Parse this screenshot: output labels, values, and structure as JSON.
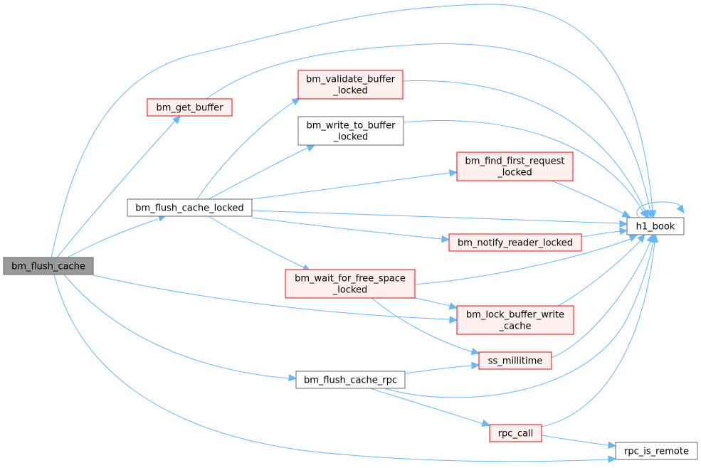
{
  "colors": {
    "edge": "#63b8ff",
    "root_fill": "#999999",
    "root_border": "#666666",
    "normal_fill": "#ffffff",
    "normal_border": "#666666",
    "red_fill": "#fff0f0",
    "red_border": "#ff0000"
  },
  "nodes": {
    "bm_flush_cache": {
      "lines": [
        "bm_flush_cache"
      ],
      "style": "root"
    },
    "bm_get_buffer": {
      "lines": [
        "bm_get_buffer"
      ],
      "style": "red"
    },
    "bm_flush_cache_locked": {
      "lines": [
        "bm_flush_cache_locked"
      ],
      "style": "normal"
    },
    "bm_validate_buffer_locked": {
      "lines": [
        "bm_validate_buffer",
        "_locked"
      ],
      "style": "red"
    },
    "bm_write_to_buffer_locked": {
      "lines": [
        "bm_write_to_buffer",
        "_locked"
      ],
      "style": "normal"
    },
    "bm_find_first_request_locked": {
      "lines": [
        "bm_find_first_request",
        "_locked"
      ],
      "style": "red"
    },
    "bm_notify_reader_locked": {
      "lines": [
        "bm_notify_reader_locked"
      ],
      "style": "red"
    },
    "bm_wait_for_free_space_locked": {
      "lines": [
        "bm_wait_for_free_space",
        "_locked"
      ],
      "style": "red"
    },
    "bm_lock_buffer_write_cache": {
      "lines": [
        "bm_lock_buffer_write",
        "_cache"
      ],
      "style": "red"
    },
    "ss_millitime": {
      "lines": [
        "ss_millitime"
      ],
      "style": "red"
    },
    "bm_flush_cache_rpc": {
      "lines": [
        "bm_flush_cache_rpc"
      ],
      "style": "normal"
    },
    "rpc_call": {
      "lines": [
        "rpc_call"
      ],
      "style": "red"
    },
    "h1_book": {
      "lines": [
        "h1_book"
      ],
      "style": "normal"
    },
    "rpc_is_remote": {
      "lines": [
        "rpc_is_remote"
      ],
      "style": "normal"
    }
  },
  "edges": [
    [
      "bm_flush_cache",
      "bm_get_buffer"
    ],
    [
      "bm_flush_cache",
      "bm_flush_cache_locked"
    ],
    [
      "bm_flush_cache",
      "h1_book"
    ],
    [
      "bm_flush_cache",
      "bm_lock_buffer_write_cache"
    ],
    [
      "bm_flush_cache",
      "bm_flush_cache_rpc"
    ],
    [
      "bm_flush_cache",
      "rpc_is_remote"
    ],
    [
      "bm_get_buffer",
      "h1_book"
    ],
    [
      "bm_flush_cache_locked",
      "bm_validate_buffer_locked"
    ],
    [
      "bm_flush_cache_locked",
      "bm_write_to_buffer_locked"
    ],
    [
      "bm_flush_cache_locked",
      "bm_find_first_request_locked"
    ],
    [
      "bm_flush_cache_locked",
      "h1_book"
    ],
    [
      "bm_flush_cache_locked",
      "bm_notify_reader_locked"
    ],
    [
      "bm_flush_cache_locked",
      "bm_wait_for_free_space_locked"
    ],
    [
      "bm_validate_buffer_locked",
      "h1_book"
    ],
    [
      "bm_write_to_buffer_locked",
      "h1_book"
    ],
    [
      "bm_find_first_request_locked",
      "h1_book"
    ],
    [
      "bm_notify_reader_locked",
      "h1_book"
    ],
    [
      "bm_wait_for_free_space_locked",
      "h1_book"
    ],
    [
      "bm_wait_for_free_space_locked",
      "bm_lock_buffer_write_cache"
    ],
    [
      "bm_wait_for_free_space_locked",
      "ss_millitime"
    ],
    [
      "bm_lock_buffer_write_cache",
      "h1_book"
    ],
    [
      "ss_millitime",
      "h1_book"
    ],
    [
      "bm_flush_cache_rpc",
      "ss_millitime"
    ],
    [
      "bm_flush_cache_rpc",
      "h1_book"
    ],
    [
      "bm_flush_cache_rpc",
      "rpc_call"
    ],
    [
      "rpc_call",
      "h1_book"
    ],
    [
      "rpc_call",
      "rpc_is_remote"
    ],
    [
      "h1_book",
      "h1_book"
    ]
  ]
}
